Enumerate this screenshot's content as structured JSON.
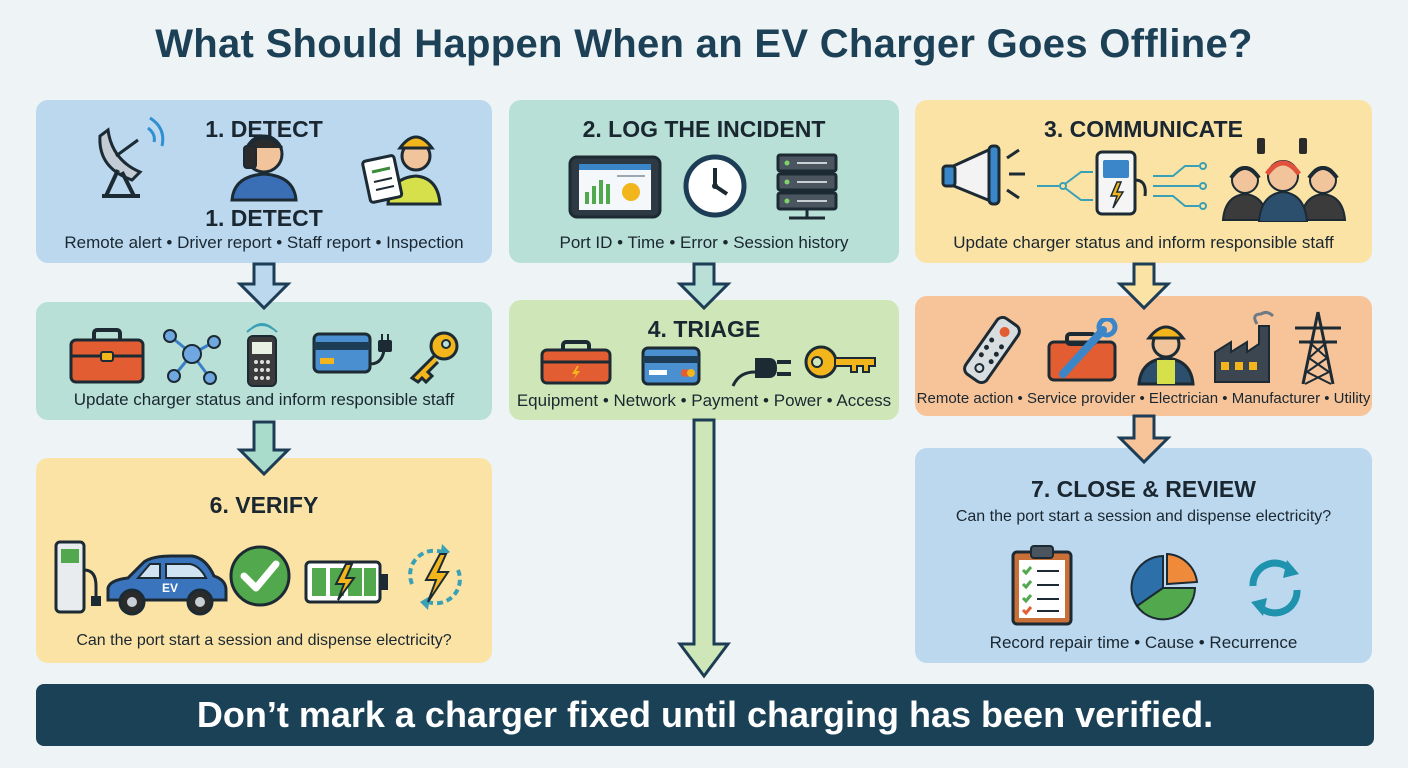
{
  "title": "What Should Happen When an EV Charger Goes Offline?",
  "detect": {
    "heading_top": "1. DETECT",
    "heading_mid": "1. DETECT",
    "caption": "Remote alert • Driver report • Staff report • Inspection",
    "icons": [
      "satellite-dish-icon",
      "phone-caller-icon",
      "inspector-clipboard-icon"
    ]
  },
  "log": {
    "heading": "2. LOG THE INCIDENT",
    "caption": "Port ID • Time • Error • Session history",
    "icons": [
      "tablet-dashboard-icon",
      "clock-icon",
      "server-rack-icon"
    ]
  },
  "communicate": {
    "heading": "3. COMMUNICATE",
    "caption": "Update charger status and inform responsible staff",
    "icons": [
      "megaphone-icon",
      "charging-station-icon",
      "support-team-icon"
    ]
  },
  "categories": {
    "caption": "Update charger status and inform responsible staff",
    "icons": [
      "toolbox-icon",
      "network-icon",
      "payment-terminal-icon",
      "card-plug-icon",
      "key-icon"
    ]
  },
  "triage": {
    "heading": "4. TRIAGE",
    "caption": "Equipment • Network • Payment • Power • Access",
    "icons": [
      "toolbox-icon",
      "credit-card-icon",
      "plug-icon",
      "key-icon"
    ]
  },
  "dispatch": {
    "caption": "Remote action • Service provider • Electrician • Manufacturer • Utility",
    "icons": [
      "remote-control-icon",
      "repair-tools-icon",
      "electrician-icon",
      "factory-icon",
      "power-tower-icon"
    ]
  },
  "verify": {
    "heading": "6.  VERIFY",
    "caption": "Can the port start a session and dispense electricity?",
    "car_label": "EV",
    "icons": [
      "charger-icon",
      "ev-car-icon",
      "checkmark-icon",
      "battery-icon",
      "recharge-cycle-icon"
    ]
  },
  "close": {
    "heading": "7.  CLOSE & REVIEW",
    "subheading": "Can the port start a session and dispense electricity?",
    "caption": "Record repair time • Cause • Recurrence",
    "icons": [
      "checklist-icon",
      "pie-chart-icon",
      "refresh-icon"
    ]
  },
  "footer": "Don’t mark a charger fixed until charging has been verified.",
  "colors": {
    "blue_panel": "#bcd8ef",
    "teal_panel": "#b8e0d6",
    "yellow_panel": "#fbe3a6",
    "green_panel": "#cfe7b8",
    "orange_panel": "#f7c49a",
    "footer_bg": "#1b4157"
  }
}
